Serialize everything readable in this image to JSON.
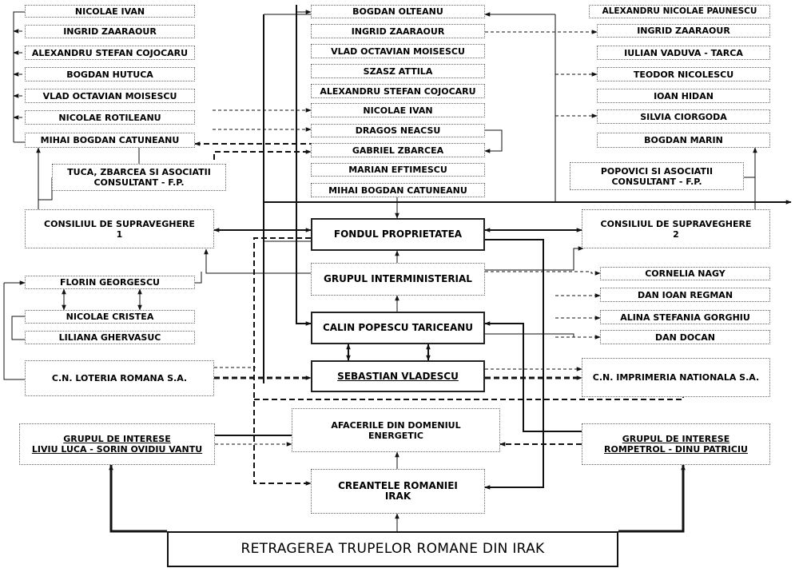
{
  "colors": {
    "line": "#111111",
    "box_border": "#666666",
    "background": "#ffffff"
  },
  "nodes": [
    {
      "id": "L1",
      "label": "NICOLAE IVAN"
    },
    {
      "id": "L2",
      "label": "INGRID ZAARAOUR"
    },
    {
      "id": "L3",
      "label": "ALEXANDRU STEFAN COJOCARU"
    },
    {
      "id": "L4",
      "label": "BOGDAN HUTUCA"
    },
    {
      "id": "L5",
      "label": "VLAD OCTAVIAN MOISESCU"
    },
    {
      "id": "L6",
      "label": "NICOLAE ROTILEANU"
    },
    {
      "id": "L7",
      "label": "MIHAI BOGDAN CATUNEANU"
    },
    {
      "id": "TUCA",
      "label": "TUCA, ZBARCEA SI ASOCIATII\nCONSULTANT - F.P."
    },
    {
      "id": "CS1",
      "label": "CONSILIUL DE SUPRAVEGHERE\n1"
    },
    {
      "id": "FG",
      "label": "FLORIN GEORGESCU"
    },
    {
      "id": "NC",
      "label": "NICOLAE CRISTEA"
    },
    {
      "id": "LG",
      "label": "LILIANA GHERVASUC"
    },
    {
      "id": "LOT",
      "label": "C.N. LOTERIA ROMANA S.A."
    },
    {
      "id": "GI1",
      "label": "GRUPUL DE INTERESE\nLIVIU LUCA - SORIN OVIDIU VANTU"
    },
    {
      "id": "C1",
      "label": "BOGDAN OLTEANU"
    },
    {
      "id": "C2",
      "label": "INGRID ZAARAOUR"
    },
    {
      "id": "C3",
      "label": "VLAD OCTAVIAN MOISESCU"
    },
    {
      "id": "C4",
      "label": "SZASZ ATTILA"
    },
    {
      "id": "C5",
      "label": "ALEXANDRU STEFAN COJOCARU"
    },
    {
      "id": "C6",
      "label": "NICOLAE IVAN"
    },
    {
      "id": "C7",
      "label": "DRAGOS NEACSU"
    },
    {
      "id": "C8",
      "label": "GABRIEL ZBARCEA"
    },
    {
      "id": "C9",
      "label": "MARIAN EFTIMESCU"
    },
    {
      "id": "C10",
      "label": "MIHAI BOGDAN CATUNEANU"
    },
    {
      "id": "FP",
      "label": "FONDUL PROPRIETATEA"
    },
    {
      "id": "GIM",
      "label": "GRUPUL INTERMINISTERIAL"
    },
    {
      "id": "CPT",
      "label": "CALIN POPESCU TARICEANU"
    },
    {
      "id": "SV",
      "label": "SEBASTIAN VLADESCU"
    },
    {
      "id": "AF",
      "label": "AFACERILE DIN DOMENIUL\nENERGETIC"
    },
    {
      "id": "CR",
      "label": "CREANTELE ROMANIEI\nIRAK"
    },
    {
      "id": "RT",
      "label": "RETRAGEREA TRUPELOR ROMANE DIN IRAK"
    },
    {
      "id": "R1",
      "label": "ALEXANDRU NICOLAE PAUNESCU"
    },
    {
      "id": "R2",
      "label": "INGRID ZAARAOUR"
    },
    {
      "id": "R3",
      "label": "IULIAN VADUVA - TARCA"
    },
    {
      "id": "R4",
      "label": "TEODOR NICOLESCU"
    },
    {
      "id": "R5",
      "label": "IOAN HIDAN"
    },
    {
      "id": "R6",
      "label": "SILVIA CIORGODA"
    },
    {
      "id": "R7",
      "label": "BOGDAN MARIN"
    },
    {
      "id": "POP",
      "label": "POPOVICI SI ASOCIATII\nCONSULTANT - F.P."
    },
    {
      "id": "CS2",
      "label": "CONSILIUL DE SUPRAVEGHERE\n2"
    },
    {
      "id": "CN",
      "label": "CORNELIA NAGY"
    },
    {
      "id": "DIR",
      "label": "DAN IOAN REGMAN"
    },
    {
      "id": "ASG",
      "label": "ALINA STEFANIA GORGHIU"
    },
    {
      "id": "DD",
      "label": "DAN DOCAN"
    },
    {
      "id": "IMP",
      "label": "C.N. IMPRIMERIA NATIONALA S.A."
    },
    {
      "id": "GI2",
      "label": "GRUPUL DE INTERESE\nROMPETROL - DINU PATRICIU"
    }
  ]
}
